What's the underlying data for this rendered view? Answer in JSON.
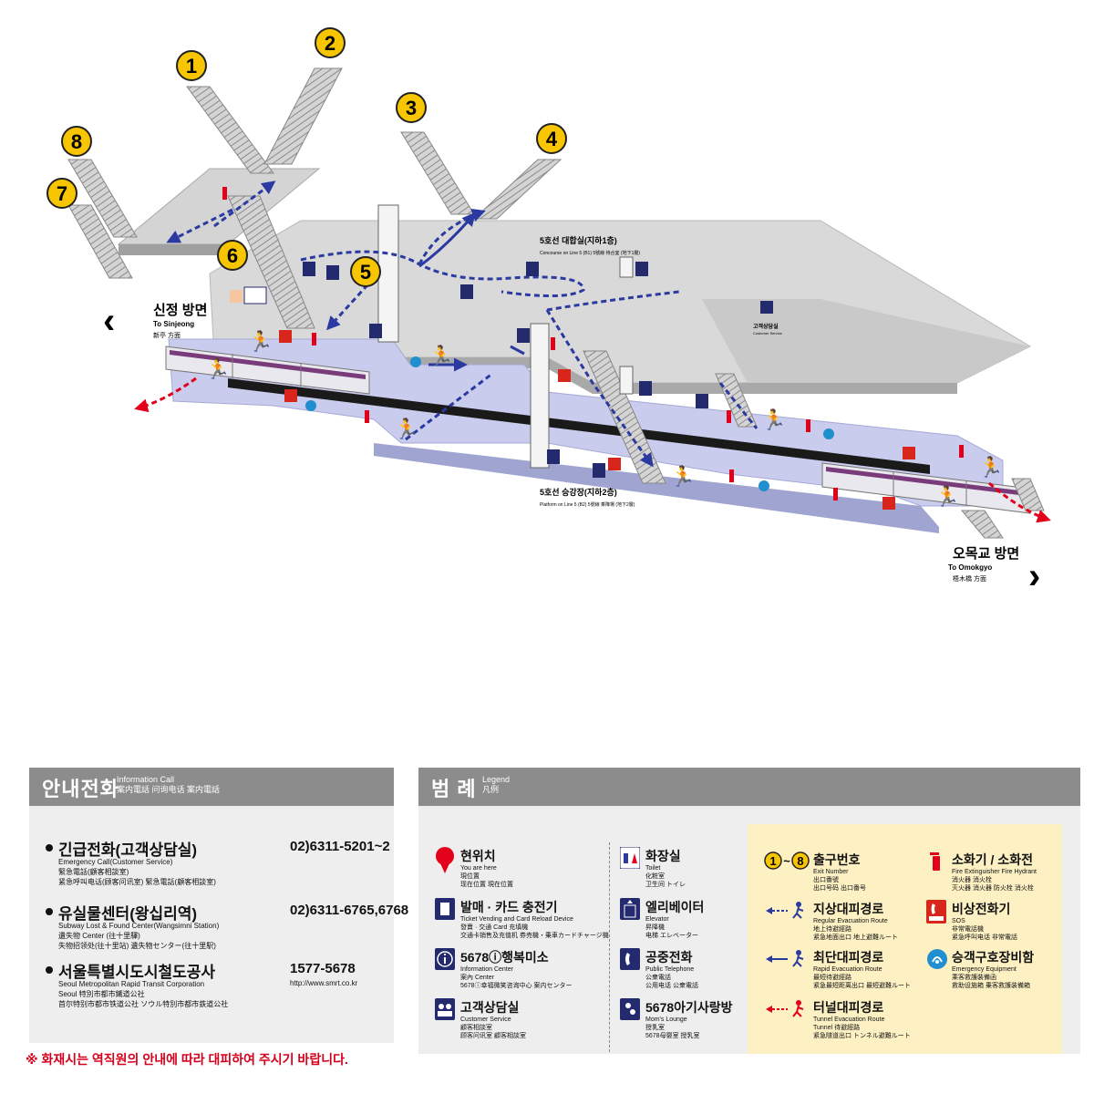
{
  "map": {
    "exits": [
      "1",
      "2",
      "3",
      "4",
      "5",
      "6",
      "7",
      "8"
    ],
    "concourse_label_ko": "5호선 대합실(지하1층)",
    "concourse_label_en": "Concourse on Line 5 (B1) 5號線 待合室 (地下1層)",
    "platform_label_ko": "5호선 승강장(지하2층)",
    "platform_label_en": "Platform on Line 5 (B2) 5號線 乘降場 (地下2層)",
    "customer_service_label": "고객상담실",
    "customer_service_sub": "Customer Service",
    "direction_left_ko": "신정 방면",
    "direction_left_en": "To Sinjeong",
    "direction_left_cn": "新亭 方面",
    "direction_right_ko": "오목교 방면",
    "direction_right_en": "To Omokgyo",
    "direction_right_cn": "梧木橋 方面",
    "colors": {
      "route_regular": "#2b3aa0",
      "route_tunnel": "#e2001a",
      "exit_badge": "#f7c600",
      "platform": "#c9ccec",
      "concourse": "#d9d9d9"
    }
  },
  "info": {
    "title_ko": "안내전화",
    "title_en": "Information Call",
    "title_cn": "案内電話  问询电话  案内電話",
    "items": [
      {
        "ko": "긴급전화(고객상담실)",
        "en": "Emergency Call(Customer Service)",
        "cn1": "緊急電話(顧客相談室)",
        "cn2": "紧急呼叫电话(顾客问讯室)   緊急電話(顧客相談室)",
        "num": "02)6311-5201~2"
      },
      {
        "ko": "유실물센터(왕십리역)",
        "en": "Subway Lost & Found Center(Wangsimni Station)",
        "cn1": "遺失物 Center (往十里驛)",
        "cn2": "失物招领处(往十里站)   遺失物センター(往十里駅)",
        "num": "02)6311-6765,6768"
      },
      {
        "ko": "서울특별시도시철도공사",
        "en": "Seoul Metropolitan Rapid Transit Corporation",
        "cn1": "Seoul 特別市都市鐵道公社",
        "cn2": "首尔特别市都市铁道公社   ソウル特別市都市鉄道公社",
        "num": "1577-5678",
        "url": "http://www.smrt.co.kr"
      }
    ],
    "notice": "※ 화재시는 역직원의 안내에 따라 대피하여 주시기 바랍니다."
  },
  "legend": {
    "title_ko": "범 례",
    "title_en": "Legend",
    "title_cn": "凡例",
    "col1": [
      {
        "ko": "현위치",
        "sub1": "You are here",
        "sub2": "現位置",
        "sub3": "现在位置   現在位置"
      },
      {
        "ko": "발매 · 카드 충전기",
        "sub1": "Ticket Vending and Card Reload Device",
        "sub2": "發賣 · 交通 Card 充填機",
        "sub3": "交通卡销售及充值机   券売機・乗車カードチャージ機"
      },
      {
        "ko": "5678ⓘ행복미소",
        "sub1": "Information Center",
        "sub2": "案內 Center",
        "sub3": "5678ⓘ幸福微笑咨询中心   案内センター"
      },
      {
        "ko": "고객상담실",
        "sub1": "Customer Service",
        "sub2": "顧客相談室",
        "sub3": "顾客问讯室   顧客相談室"
      }
    ],
    "col2": [
      {
        "ko": "화장실",
        "sub1": "Toilet",
        "sub2": "化粧室",
        "sub3": "卫生间   トイレ"
      },
      {
        "ko": "엘리베이터",
        "sub1": "Elevator",
        "sub2": "昇降機",
        "sub3": "电梯   エレベーター"
      },
      {
        "ko": "공중전화",
        "sub1": "Public Telephone",
        "sub2": "公衆電話",
        "sub3": "公用电话   公衆電話"
      },
      {
        "ko": "5678아기사랑방",
        "sub1": "Mom's Lounge",
        "sub2": "授乳室",
        "sub3": "5678母婴室   授乳室"
      }
    ],
    "col3": [
      {
        "ko": "출구번호",
        "sub1": "Exit Number",
        "sub2": "出口番號",
        "sub3": "出口号码   出口番号",
        "badge_from": "1",
        "badge_sep": "~",
        "badge_to": "8"
      },
      {
        "ko": "지상대피경로",
        "sub1": "Regular Evacuation Route",
        "sub2": "地上待避經路",
        "sub3": "紧急地面出口   地上避難ルート"
      },
      {
        "ko": "최단대피경로",
        "sub1": "Rapid Evacuation Route",
        "sub2": "最短待避經路",
        "sub3": "紧急最短距离出口   最短避難ルート"
      },
      {
        "ko": "터널대피경로",
        "sub1": "Tunnel Evacuation Route",
        "sub2": "Tunnel 待避經路",
        "sub3": "紧急隧道出口   トンネル避難ルート"
      }
    ],
    "col4": [
      {
        "ko": "소화기 / 소화전",
        "sub1a": "Fire Extinguisher",
        "sub1b": "Fire Hydrant",
        "sub2a": "消火器",
        "sub2b": "消火栓",
        "sub3": "灭火器  消火器    防火栓  消火栓"
      },
      {
        "ko": "비상전화기",
        "sub1": "SOS",
        "sub2": "非常電話機",
        "sub3": "紧急呼叫电话   非常電話"
      },
      {
        "ko": "승객구호장비함",
        "sub1": "Emergency Equipment",
        "sub2": "乘客救護裝備函",
        "sub3": "救助设施箱   乗客救護装備箱"
      }
    ]
  }
}
